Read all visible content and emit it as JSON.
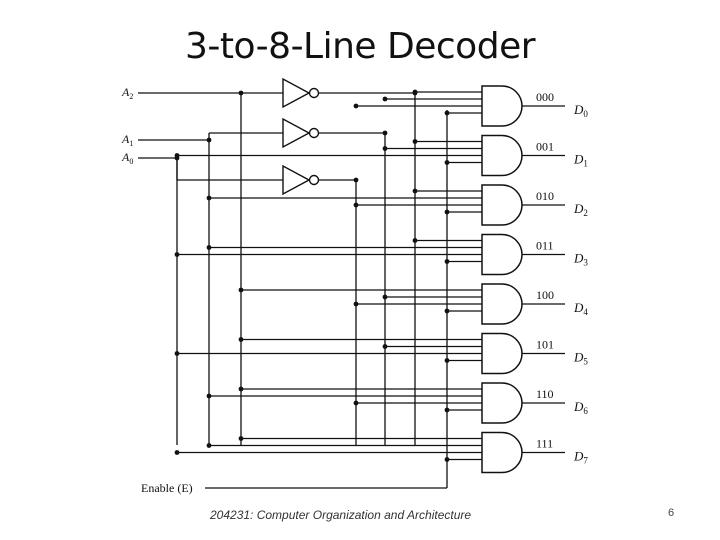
{
  "title": "3-to-8-Line Decoder",
  "inputs": [
    {
      "letter": "A",
      "sub": "2"
    },
    {
      "letter": "A",
      "sub": "1"
    },
    {
      "letter": "A",
      "sub": "0"
    }
  ],
  "enable_label": "Enable (E)",
  "outputs": [
    {
      "code": "000",
      "letter": "D",
      "sub": "0"
    },
    {
      "code": "001",
      "letter": "D",
      "sub": "1"
    },
    {
      "code": "010",
      "letter": "D",
      "sub": "2"
    },
    {
      "code": "011",
      "letter": "D",
      "sub": "3"
    },
    {
      "code": "100",
      "letter": "D",
      "sub": "4"
    },
    {
      "code": "101",
      "letter": "D",
      "sub": "5"
    },
    {
      "code": "110",
      "letter": "D",
      "sub": "6"
    },
    {
      "code": "111",
      "letter": "D",
      "sub": "7"
    }
  ],
  "footer": "204231: Computer Organization and Architecture",
  "page_number": "6",
  "colors": {
    "line": "#111111",
    "background": "#ffffff"
  }
}
